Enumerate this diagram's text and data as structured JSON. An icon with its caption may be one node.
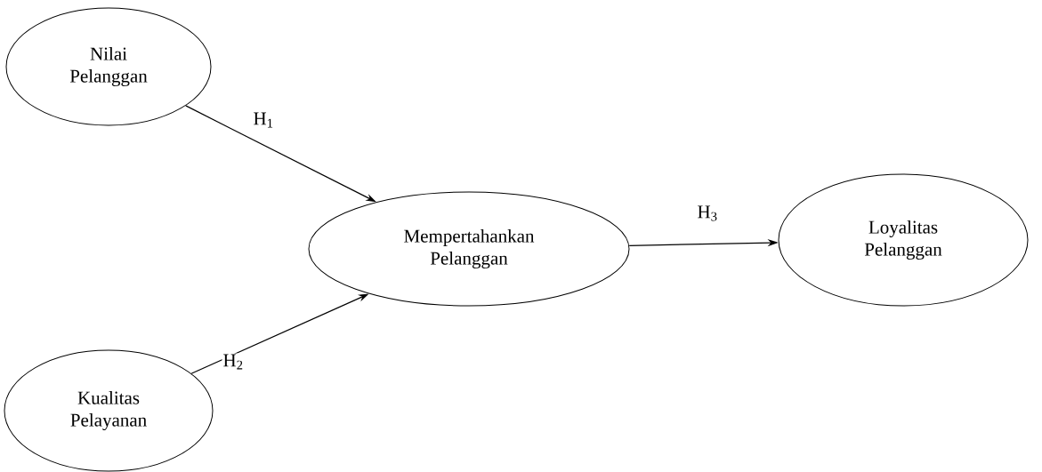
{
  "diagram": {
    "nodes": [
      {
        "text": [
          "Nilai Pelanggan"
        ]
      },
      {
        "text": [
          "Kualitas Pelayanan"
        ]
      },
      {
        "text": [
          "Mempertahankan Pelanggan"
        ]
      },
      {
        "text": [
          "Loyalitas Pelanggan"
        ]
      }
    ],
    "edges": [
      {
        "from": 0,
        "to": 2,
        "arrow": "to",
        "label": "H$_{1}$"
      },
      {
        "from": 1,
        "to": 2,
        "arrow": "to",
        "label": "H$_{2}$"
      },
      {
        "from": 2,
        "to": 3,
        "arrow": "to",
        "label": "H$_{3}$"
      }
    ]
  }
}
